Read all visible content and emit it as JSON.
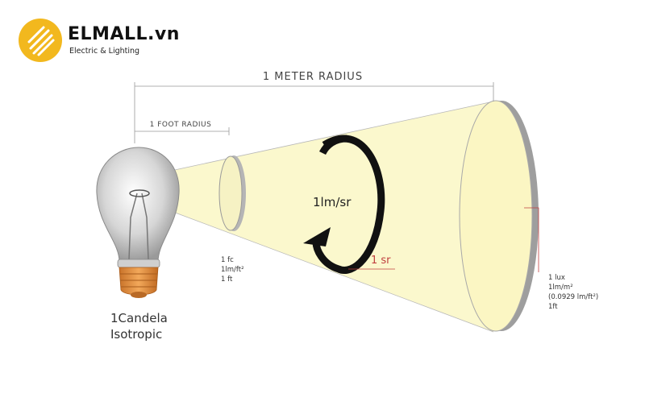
{
  "brand": {
    "name": "ELMALL.vn",
    "tagline": "Electric & Lighting"
  },
  "labels": {
    "meter_radius": "1 METER RADIUS",
    "foot_radius": "1 FOOT RADIUS",
    "intensity": "1lm/sr",
    "steradian": "1 sr",
    "near_disk": [
      "1 fc",
      "1lm/ft²",
      "1 ft"
    ],
    "far_disk": [
      "1 lux",
      "1lm/m²",
      "(0.0929 lm/ft²)",
      "1ft"
    ],
    "source": [
      "1Candela",
      "Isotropic"
    ]
  },
  "colors": {
    "beam": "#fbf7c8",
    "disk": "#fbf6c3",
    "disk_edge": "#a8a8a8",
    "logo": "#f2b81e",
    "base": "#e8953c",
    "arrow": "#111111",
    "annotation": "#c04040"
  }
}
